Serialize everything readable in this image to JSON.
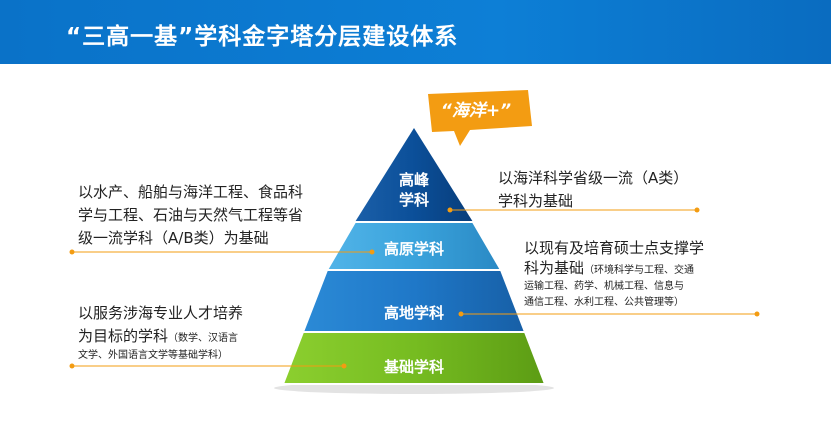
{
  "header": {
    "title": "“三高一基”学科金字塔分层建设体系"
  },
  "badge": {
    "label": "“海洋+”"
  },
  "tiers": [
    {
      "line1": "高峰",
      "line2": "学科"
    },
    {
      "label": "高原学科"
    },
    {
      "label": "高地学科"
    },
    {
      "label": "基础学科"
    }
  ],
  "descriptions": {
    "left_top": {
      "line1": "以水产、船舶与海洋工程、食品科",
      "line2": "学与工程、石油与天然气工程等省",
      "line3": "级一流学科（A/B类）为基础"
    },
    "left_bottom": {
      "line1": "以服务涉海专业人才培养",
      "line2_main": "为目标的学科",
      "line2_small": "（数学、汉语言",
      "line3_small": "文学、外国语言文学等基础学科）"
    },
    "right_top": {
      "line1": "以海洋科学省级一流（A类）",
      "line2": "学科为基础"
    },
    "right_bottom": {
      "line1": "以现有及培育硕士点支撑学",
      "line2_main": "科为基础",
      "line2_small": "（环境科学与工程、交通",
      "line3_small": "运输工程、药学、机械工程、信息与",
      "line4_small": "通信工程、水利工程、公共管理等）"
    }
  },
  "colors": {
    "header": "#0d7fd6",
    "tier_top": "#0b4f99",
    "tier_2": "#3aa3dc",
    "tier_3": "#1f78c8",
    "tier_base": "#76bc21",
    "badge": "#f39c12",
    "connector": "#f39c12"
  }
}
